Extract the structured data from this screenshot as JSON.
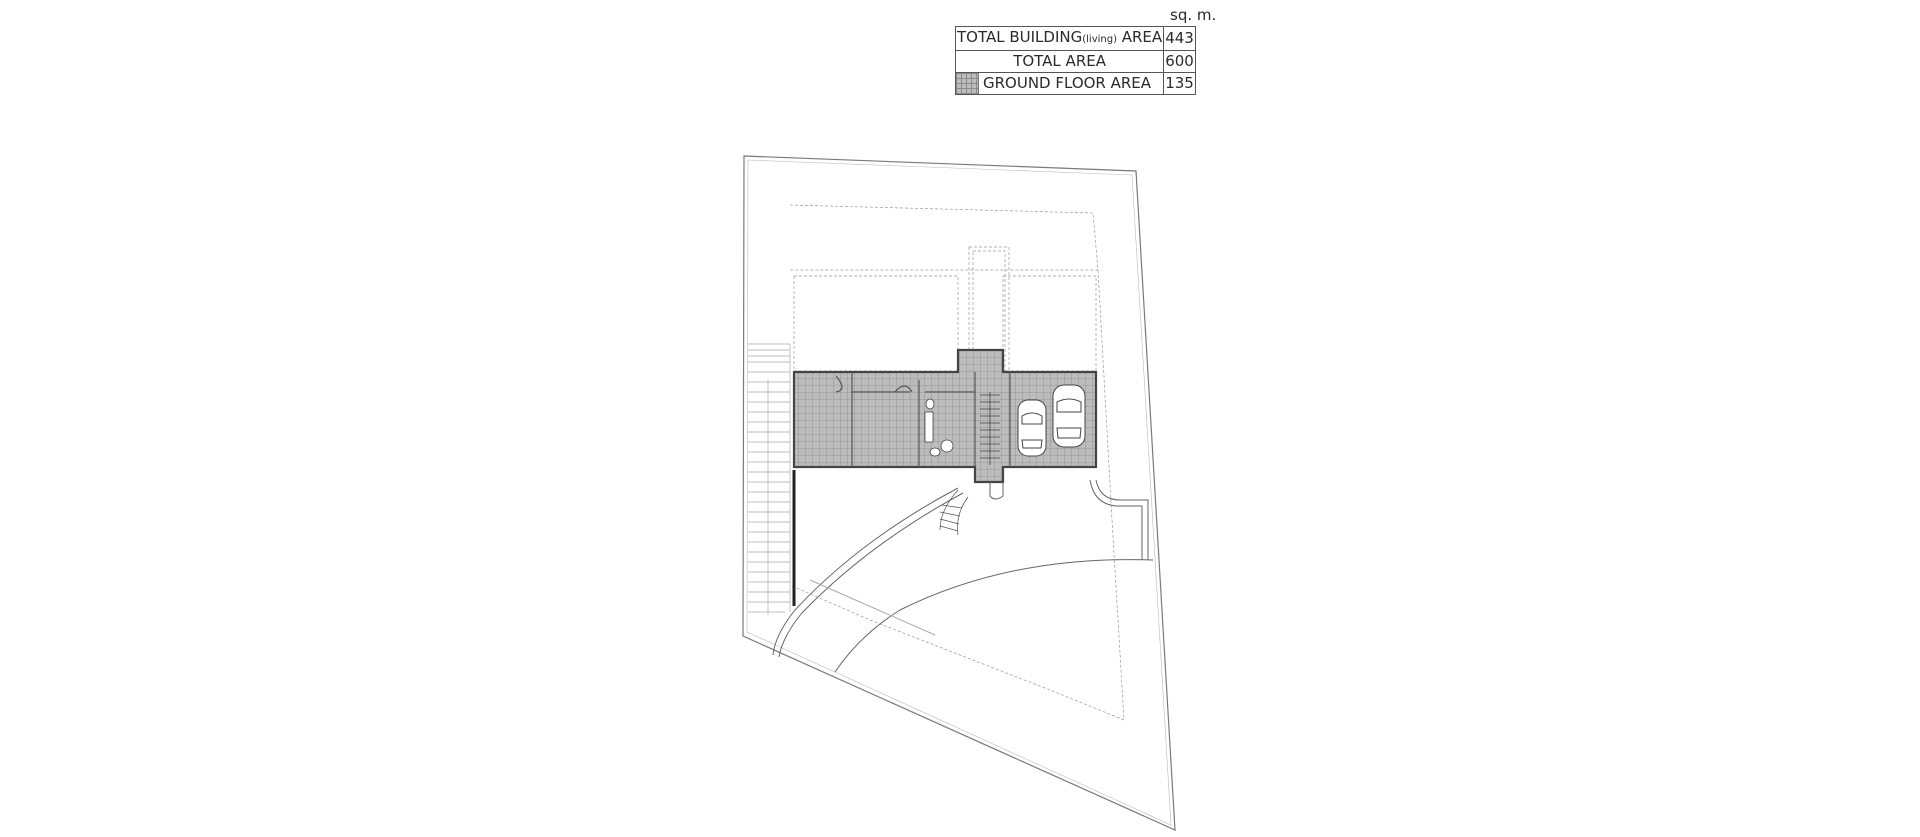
{
  "legend": {
    "unit": "sq. m.",
    "rows": [
      {
        "label": "TOTAL BUILDING",
        "label_small": "(living)",
        "label_suffix": " AREA",
        "value": "443"
      },
      {
        "label": "TOTAL AREA",
        "value": "600"
      },
      {
        "label": "GROUND FLOOR AREA",
        "value": "135",
        "swatch": "hatched-grid"
      }
    ]
  },
  "plan": {
    "footprint_color": "#bdbdbd",
    "line_color": "#777777",
    "features": [
      "plot-boundary",
      "building-footprint",
      "upper-floor-outline",
      "garage-with-two-cars",
      "curved-driveway",
      "entrance-stairs",
      "side-stairs"
    ]
  }
}
